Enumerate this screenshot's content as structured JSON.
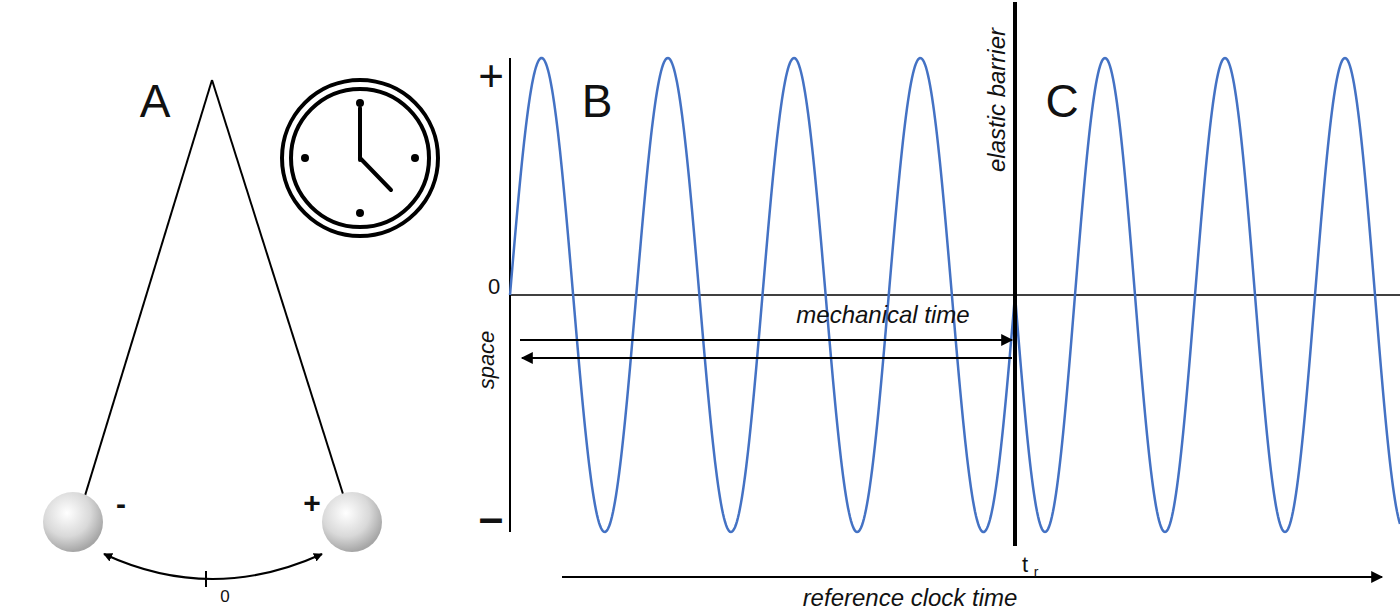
{
  "diagram": {
    "labels": [
      "A",
      "-",
      "+",
      "0",
      "B",
      "C",
      "+",
      "0",
      "–",
      "space",
      "mechanical time",
      "elastic barrier",
      "t",
      "r",
      "reference clock time"
    ]
  }
}
